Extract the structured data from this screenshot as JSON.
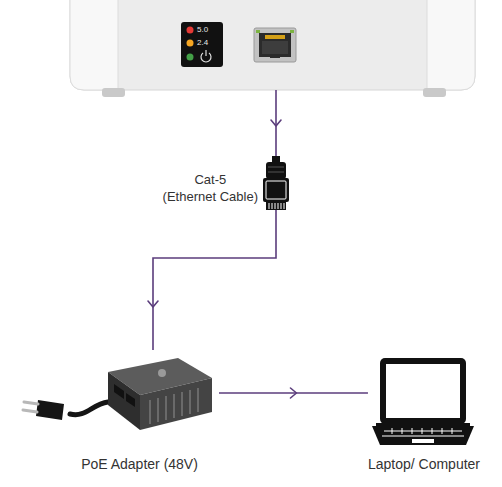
{
  "diagram": {
    "nodes": [
      {
        "text": [
          "5.0",
          "2.4"
        ]
      },
      {
        "text": [
          "Cat-5",
          "(Ethernet Cable)"
        ]
      },
      {
        "text": [
          "PoE Adapter (48V)"
        ]
      },
      {
        "text": [
          "Laptop/ Computer"
        ]
      }
    ],
    "edges": [
      {
        "from": 0,
        "to": 1,
        "arrow": "to"
      },
      {
        "from": 1,
        "to": 2,
        "arrow": "to"
      },
      {
        "from": 2,
        "to": 3,
        "arrow": "to"
      }
    ]
  }
}
